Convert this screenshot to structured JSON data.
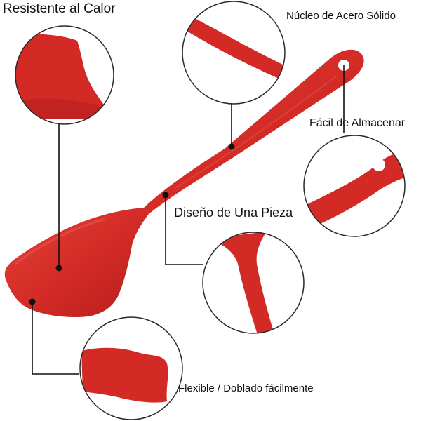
{
  "labels": {
    "heat_resistant": "Resistente al Calor",
    "solid_steel_core": "Núcleo de Acero Sólido",
    "easy_storage": "Fácil de Almacenar",
    "one_piece_design": "Diseño de Una Pieza",
    "flexible": "Flexible / Doblado fácilmente"
  },
  "colors": {
    "spatula_red": "#d42a26",
    "spatula_dark": "#a91c19",
    "spatula_light": "#e8554c",
    "leader_line": "#111111",
    "circle_border": "#2a2a2a"
  }
}
